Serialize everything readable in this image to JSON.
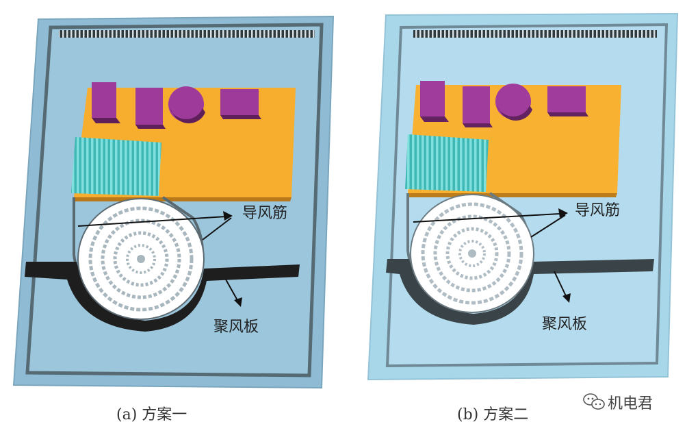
{
  "panels": [
    {
      "caption": "(a) 方案一",
      "labels": {
        "rib": "导风筋",
        "plate": "聚风板"
      },
      "colors": {
        "chassis": "#8fbcd4",
        "floor": "#a9cde0",
        "board": "#f7ad2d",
        "chip": "#9e3a9a",
        "heatsink": "#4cc6c4",
        "plate": "#1e1e1e"
      }
    },
    {
      "caption": "(b) 方案二",
      "labels": {
        "rib": "导风筋",
        "plate": "聚风板"
      },
      "colors": {
        "chassis": "#a8d7ea",
        "floor": "#bde2f1",
        "board": "#f9b132",
        "chip": "#a03c9c",
        "heatsink": "#5ccbc9",
        "plate": "#3a4448"
      }
    }
  ],
  "watermark": {
    "text": "机电君",
    "icon": "wechat-icon"
  }
}
